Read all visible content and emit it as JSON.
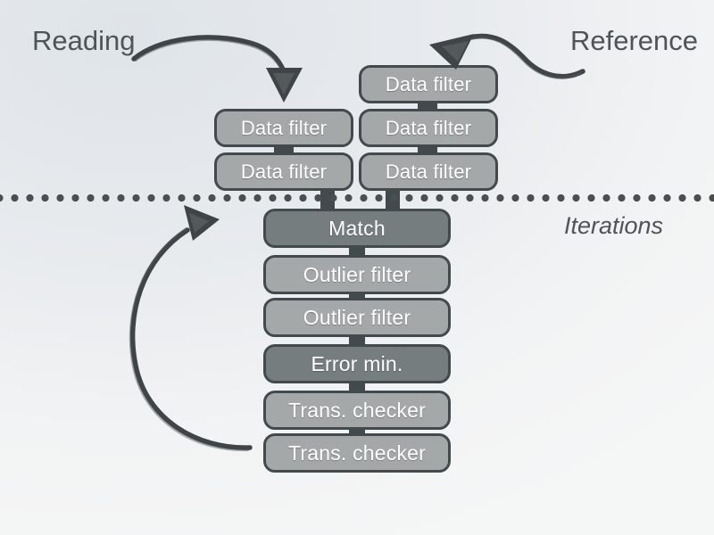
{
  "diagram": {
    "title_labels": {
      "reading": "Reading",
      "reference": "Reference",
      "iterations": "Iterations"
    },
    "separator": {
      "name": "iterations-dotted-divider",
      "style": "dotted",
      "color": "#4a4f52"
    },
    "colors": {
      "box_light": "#a5a8a8",
      "box_dark": "#767d7e",
      "box_border": "#434a4d",
      "box_text": "#ffffff",
      "label_text": "#4f5459",
      "arrow_ink": "#3f4447",
      "background_top": "#dfe4e9",
      "background_bottom": "#f5f6f6"
    },
    "columns": {
      "reading_column": {
        "name": "reading-pipeline",
        "boxes": [
          {
            "label": "Data filter",
            "shade": "light"
          },
          {
            "label": "Data filter",
            "shade": "light"
          }
        ]
      },
      "reference_column": {
        "name": "reference-pipeline",
        "boxes": [
          {
            "label": "Data filter",
            "shade": "light"
          },
          {
            "label": "Data filter",
            "shade": "light"
          },
          {
            "label": "Data filter",
            "shade": "light"
          }
        ]
      },
      "iterations_column": {
        "name": "iterations-pipeline",
        "boxes": [
          {
            "label": "Match",
            "shade": "dark"
          },
          {
            "label": "Outlier filter",
            "shade": "light"
          },
          {
            "label": "Outlier filter",
            "shade": "light"
          },
          {
            "label": "Error min.",
            "shade": "dark"
          },
          {
            "label": "Trans. checker",
            "shade": "light"
          },
          {
            "label": "Trans. checker",
            "shade": "light"
          }
        ]
      }
    },
    "arrows": [
      {
        "name": "reading-inflow-arrow",
        "from": "Reading",
        "to": "reading-pipeline"
      },
      {
        "name": "reference-inflow-arrow",
        "from": "Reference",
        "to": "reference-pipeline"
      },
      {
        "name": "iteration-loop-arrow",
        "from": "iterations-pipeline-bottom",
        "to": "iterations-pipeline-top"
      }
    ]
  }
}
